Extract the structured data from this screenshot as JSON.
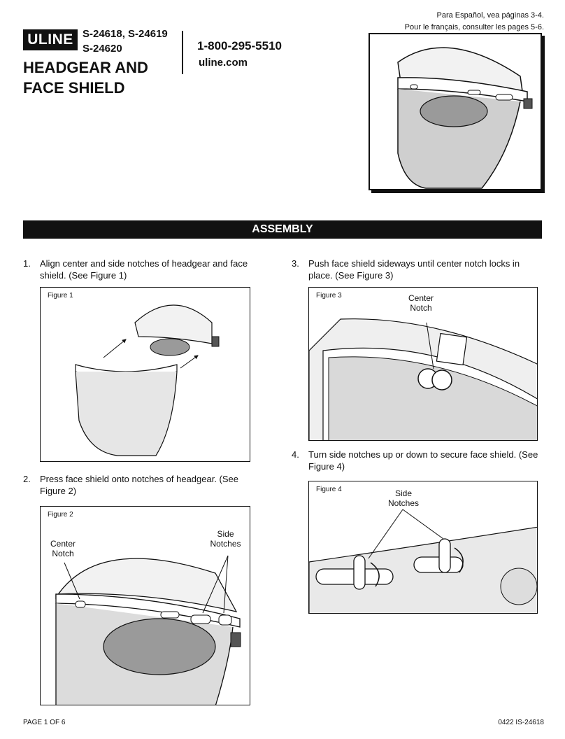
{
  "header": {
    "logo_text": "ULINE",
    "models_line1": "S-24618, S-24619",
    "models_line2": "S-24620",
    "title_line1": "HEADGEAR AND",
    "title_line2": "FACE SHIELD",
    "phone": "1-800-295-5510",
    "website": "uline.com",
    "spanish_note": "Para Español, vea páginas 3-4.",
    "french_note": "Pour le français, consulter les pages 5-6."
  },
  "section": {
    "title": "ASSEMBLY"
  },
  "steps": [
    {
      "num": "1.",
      "text": "Align center and side notches of headgear and face shield. (See Figure 1)"
    },
    {
      "num": "2.",
      "text": "Press face shield onto notches of headgear. (See Figure 2)"
    },
    {
      "num": "3.",
      "text": "Push face shield sideways until center notch locks in place. (See Figure 3)"
    },
    {
      "num": "4.",
      "text": "Turn side notches up or down to secure face shield. (See Figure 4)"
    }
  ],
  "figures": {
    "fig1": {
      "label": "Figure 1"
    },
    "fig2": {
      "label": "Figure 2",
      "callout_center_1": "Center",
      "callout_center_2": "Notch",
      "callout_side_1": "Side",
      "callout_side_2": "Notches"
    },
    "fig3": {
      "label": "Figure 3",
      "callout_center_1": "Center",
      "callout_center_2": "Notch"
    },
    "fig4": {
      "label": "Figure 4",
      "callout_side_1": "Side",
      "callout_side_2": "Notches"
    }
  },
  "footer": {
    "page": "PAGE 1 OF 6",
    "doc_code": "0422 IS-24618"
  }
}
